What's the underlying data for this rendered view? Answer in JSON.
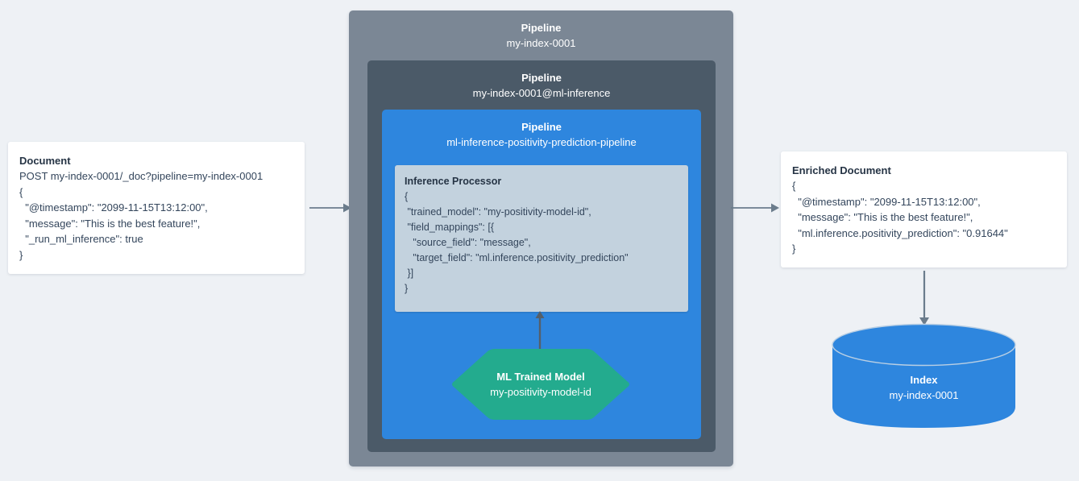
{
  "diagram": {
    "title": "Elasticsearch ML inference ingest pipeline flow",
    "colors": {
      "background": "#eef1f5",
      "pipeline_outer": "#7b8795",
      "pipeline_middle": "#4b5a68",
      "pipeline_inner": "#2e86de",
      "processor_panel": "#c3d2de",
      "ml_model": "#23ab8e",
      "index_cylinder": "#2e86de",
      "arrow": "#6b7c8c",
      "text_dark": "#34465c",
      "text_white": "#ffffff"
    }
  },
  "document_card": {
    "title": "Document",
    "lines": [
      "POST my-index-0001/_doc?pipeline=my-index-0001",
      "{",
      "  \"@timestamp\": \"2099-11-15T13:12:00\",",
      "  \"message\": \"This is the best feature!\",",
      "  \"_run_ml_inference\": true",
      "}"
    ]
  },
  "pipelines": {
    "outer": {
      "label": "Pipeline",
      "value": "my-index-0001"
    },
    "middle": {
      "label": "Pipeline",
      "value": "my-index-0001@ml-inference"
    },
    "inner": {
      "label": "Pipeline",
      "value": "ml-inference-positivity-prediction-pipeline"
    }
  },
  "processor": {
    "title": "Inference Processor",
    "lines": [
      "{",
      " \"trained_model\": \"my-positivity-model-id\",",
      " \"field_mappings\": [{",
      "   \"source_field\": \"message\",",
      "   \"target_field\": \"ml.inference.positivity_prediction\"",
      " }]",
      "}"
    ]
  },
  "ml_model": {
    "label": "ML Trained Model",
    "value": "my-positivity-model-id"
  },
  "enriched_card": {
    "title": "Enriched Document",
    "lines": [
      "{",
      "  \"@timestamp\": \"2099-11-15T13:12:00\",",
      "  \"message\": \"This is the best feature!\",",
      "  \"ml.inference.positivity_prediction\": \"0.91644\"",
      "}"
    ]
  },
  "index": {
    "label": "Index",
    "value": "my-index-0001"
  },
  "arrows": [
    {
      "name": "document-to-pipeline",
      "direction": "right"
    },
    {
      "name": "pipeline-to-enriched-document",
      "direction": "right"
    },
    {
      "name": "enriched-document-to-index",
      "direction": "down"
    },
    {
      "name": "ml-model-to-inference-processor",
      "direction": "up"
    }
  ]
}
